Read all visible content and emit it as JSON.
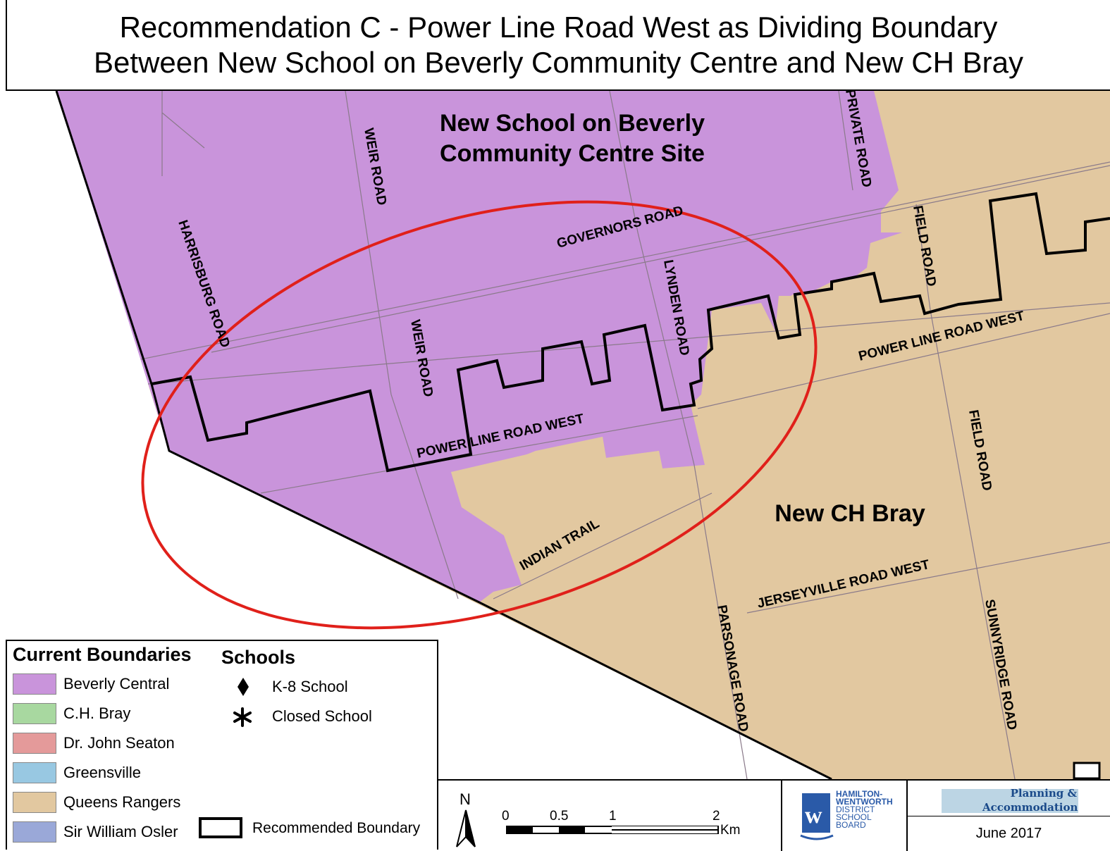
{
  "title": {
    "line1": "Recommendation C - Power Line Road West as Dividing Boundary",
    "line2": "Between New School on Beverly Community Centre and New CH Bray"
  },
  "areas": {
    "north_line1": "New School on Beverly",
    "north_line2": "Community Centre Site",
    "south": "New CH Bray"
  },
  "roads": {
    "weir_north": "WEIR ROAD",
    "weir_south": "WEIR ROAD",
    "harrisburg": "HARRISBURG ROAD",
    "governors": "GOVERNORS ROAD",
    "lynden": "LYNDEN ROAD",
    "private": "PRIVATE ROAD",
    "field_north": "FIELD ROAD",
    "field_south": "FIELD ROAD",
    "power_line_west": "POWER LINE ROAD WEST",
    "power_line_east": "POWER LINE ROAD WEST",
    "indian_trail": "INDIAN TRAIL",
    "jerseyville": "JERSEYVILLE ROAD WEST",
    "parsonage": "PARSONAGE ROAD",
    "sunnyridge": "SUNNYRIDGE ROAD"
  },
  "legend": {
    "boundaries_title": "Current Boundaries",
    "schools_title": "Schools",
    "items": [
      {
        "label": "Beverly Central",
        "color": "#c994db"
      },
      {
        "label": "C.H. Bray",
        "color": "#a8d8a0"
      },
      {
        "label": "Dr. John Seaton",
        "color": "#e49a9a"
      },
      {
        "label": "Greensville",
        "color": "#98c8e2"
      },
      {
        "label": "Queens Rangers",
        "color": "#e2c8a0"
      },
      {
        "label": "Sir William Osler",
        "color": "#9aa8d8"
      }
    ],
    "schools": [
      {
        "label": "K-8 School",
        "icon": "diamond-icon"
      },
      {
        "label": "Closed School",
        "icon": "asterisk-icon"
      }
    ],
    "recommended": "Recommended Boundary"
  },
  "scale": {
    "north": "N",
    "ticks": [
      "0",
      "0.5",
      "1",
      "2"
    ],
    "unit": "Km"
  },
  "footer": {
    "logo_lines": [
      "HAMILTON-",
      "WENTWORTH",
      "DISTRICT",
      "SCHOOL",
      "BOARD"
    ],
    "planning": [
      "Planning &",
      "Accommodation"
    ],
    "date": "June 2017"
  },
  "colors": {
    "beverly": "#c994db",
    "queens": "#e2c8a0",
    "circle": "#e0201a"
  }
}
